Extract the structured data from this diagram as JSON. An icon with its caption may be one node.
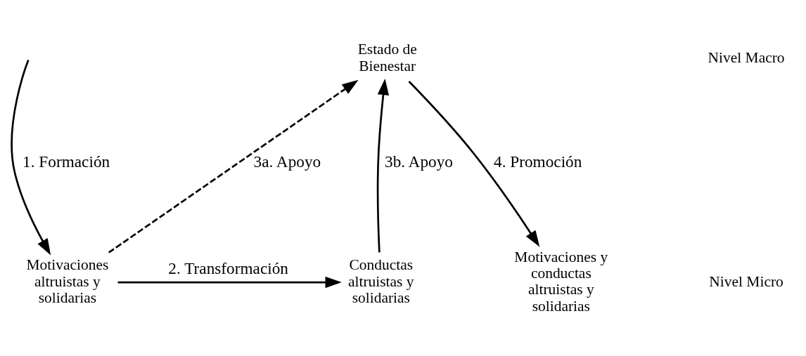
{
  "diagram": {
    "nodes": [
      {
        "text": [
          "Estado de Bienestar"
        ]
      },
      {
        "text": [
          "Motivaciones altruistas y solidarias"
        ]
      },
      {
        "text": [
          "Conductas altruistas y solidarias"
        ]
      },
      {
        "text": [
          "Motivaciones y conductas altruistas y solidarias"
        ]
      }
    ],
    "edges": [
      {
        "from": null,
        "to": 1,
        "arrow": "to",
        "label": "1. Formación"
      },
      {
        "from": 1,
        "to": 2,
        "arrow": "to",
        "label": "2. Transformación"
      },
      {
        "from": 1,
        "to": 0,
        "arrow": "to",
        "label": "3a. Apoyo",
        "style": "dashed"
      },
      {
        "from": 2,
        "to": 0,
        "arrow": "to",
        "label": "3b. Apoyo"
      },
      {
        "from": 0,
        "to": 3,
        "arrow": "to",
        "label": "4. Promoción"
      }
    ],
    "labels": [
      "Nivel Macro",
      "Nivel Micro"
    ]
  }
}
